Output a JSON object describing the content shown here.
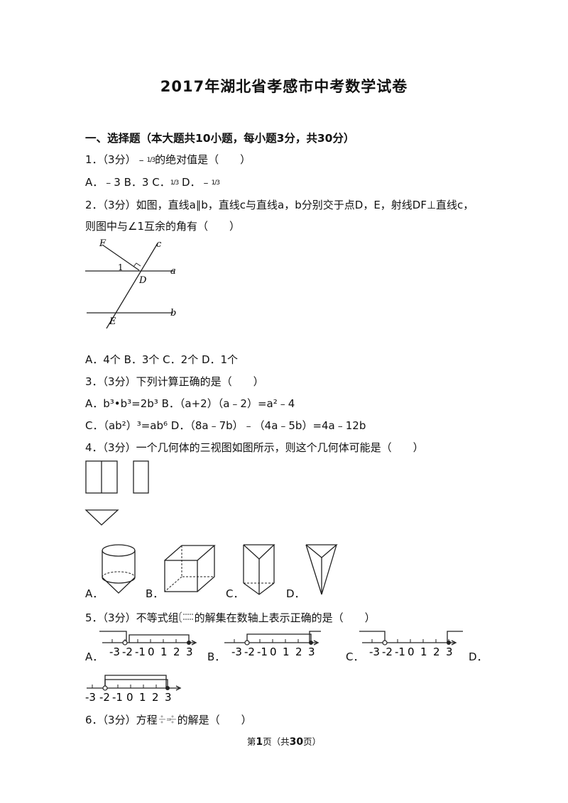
{
  "title": "2017年湖北省孝感市中考数学试卷",
  "section1": "一、选择题（本大题共10小题，每小题3分，共30分）",
  "q1": {
    "stem_a": "1．（3分）﹣",
    "stem_frac": "1/3",
    "stem_b": "的绝对值是（　　）",
    "opt_a": "A．﹣3",
    "opt_b": "B．3",
    "opt_c": "C．",
    "opt_c_frac": "1/3",
    "opt_d": "D．﹣",
    "opt_d_frac": "1/3"
  },
  "q2": {
    "stem_line1": "2．（3分）如图，直线a∥b，直线c与直线a，b分别交于点D，E，射线DF⊥直线c，",
    "stem_line2": "则图中与∠1互余的角有（　　）",
    "fig_labels": {
      "F": "F",
      "c": "c",
      "one": "1",
      "a": "a",
      "D": "D",
      "b": "b",
      "E": "E"
    },
    "options": "A．4个 B．3个 C．2个 D．1个"
  },
  "q3": {
    "stem": "3．（3分）下列计算正确的是（　　）",
    "opt_a": "A．b³•b³=2b³",
    "opt_b": "B．（a+2）（a﹣2）=a²﹣4",
    "opt_c": "C．（ab²）³=ab⁶",
    "opt_d": "D．（8a﹣7b）﹣（4a﹣5b）=4a﹣12b"
  },
  "q4": {
    "stem": "4．（3分）一个几何体的三视图如图所示，则这个几何体可能是（　　）",
    "opt_labels": [
      "A．",
      "B．",
      "C．",
      "D．"
    ]
  },
  "q5": {
    "stem_a": "5．（3分）不等式组",
    "stem_b": "的解集在数轴上表示正确的是（　　）",
    "opt_labels": [
      "A．",
      "B．",
      "C．",
      "D．"
    ],
    "ticks": [
      "-3",
      "-2",
      "-1",
      "0",
      "1",
      "2",
      "3"
    ]
  },
  "q6": {
    "stem_a": "6．（3分）方程",
    "stem_b": "的解是（　　）"
  },
  "footer": {
    "pre": "第",
    "page": "1",
    "mid": "页（共",
    "total": "30",
    "post": "页）"
  }
}
